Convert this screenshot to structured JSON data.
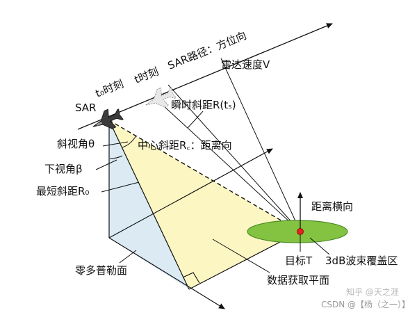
{
  "labels": {
    "sar_path": "SAR路径：方位向",
    "t0_time": "t₀时刻",
    "t_time": "t时刻",
    "sar": "SAR",
    "radar_velocity": "雷达速度V",
    "instant_slant_range": "瞬时斜距R(tₛ)",
    "squint_angle": "斜视角θ",
    "center_slant_range": "中心斜距R꜀：距离向",
    "look_down_angle": "下视角β",
    "shortest_slant_range": "最短斜距R₀",
    "range_cross": "距离横向",
    "target_t": "目标T",
    "beam_footprint": "3dB波束覆盖区",
    "zero_doppler_plane": "零多普勒面",
    "acquisition_plane": "数据获取平面",
    "watermark_zhihu": "知乎 @天之涯",
    "watermark_csdn": "CSDN @【杨（之一）】"
  },
  "colors": {
    "yellow_plane": "#fbf6c2",
    "blue_plane": "#dbeaf3",
    "ellipse_fill": "#84c341",
    "ellipse_stroke": "#4f8d2a",
    "target_fill": "#e52020",
    "line": "#111111"
  },
  "icons": {
    "aircraft_solid": "fighter-jet-icon",
    "aircraft_ghost": "fighter-jet-outline-icon"
  }
}
